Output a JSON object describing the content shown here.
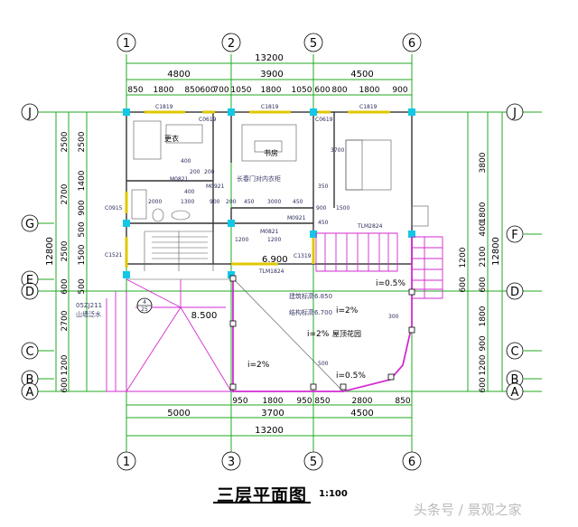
{
  "drawing": {
    "title": "三层平面图",
    "scale": "1:100",
    "watermark": "头条号 / 景观之家"
  },
  "axes_top": [
    "1",
    "2",
    "5",
    "6"
  ],
  "axes_bottom": [
    "1",
    "3",
    "5",
    "6"
  ],
  "axes_left": [
    "J",
    "G",
    "E",
    "D",
    "C",
    "B",
    "A"
  ],
  "axes_right": [
    "J",
    "F",
    "D",
    "C",
    "B",
    "A"
  ],
  "dims_top": {
    "total": "13200",
    "mid": [
      "4800",
      "3900",
      "4500"
    ],
    "segs": [
      "850",
      "1800",
      "850",
      "600",
      "700",
      "1050",
      "1800",
      "1050",
      "600",
      "800",
      "1800",
      "900"
    ]
  },
  "dims_bottom": {
    "total": "13200",
    "mid": [
      "5000",
      "3700",
      "4500"
    ],
    "segs": [
      "950",
      "1800",
      "950",
      "850",
      "2800",
      "850"
    ]
  },
  "dims_left": {
    "total": "12800",
    "outer": [
      "2500",
      "2700",
      "2500",
      "600",
      "2700",
      "1200",
      "600"
    ],
    "inner": [
      "2500",
      "1400",
      "900",
      "500",
      "1500",
      "500"
    ]
  },
  "dims_right": {
    "total": "12800",
    "outer": [
      "3800",
      "1800",
      "400",
      "2100",
      "600",
      "1800",
      "900",
      "1200",
      "600"
    ],
    "inner": [
      "1200",
      "600"
    ]
  },
  "rooms": {
    "upper_left": "更衣",
    "study": "书房",
    "closet_note": "长春门对内衣柜",
    "corridor_elev": "6.900",
    "roof_elev": "8.500",
    "terrace_elev_1": "建筑标高6.850",
    "terrace_elev_2": "结构标高6.700",
    "terrace_name": "屋顶花园",
    "mountain_wall": "山墙泛水",
    "detail_ref": "05ZJ211",
    "detail_num": "4",
    "detail_sub": "25"
  },
  "slopes": [
    "i=0.5%",
    "i=2%",
    "i=2%",
    "i=2%",
    "i=0.5%"
  ],
  "window_tags": [
    "C1819",
    "C0619",
    "C1819",
    "C0619",
    "C1819",
    "C0915",
    "M0821",
    "M0921",
    "M0921",
    "C1521",
    "M0821",
    "C1319",
    "TLM1824",
    "TLM2824"
  ],
  "inner_dims": [
    "2000",
    "1300",
    "900",
    "200",
    "450",
    "3000",
    "450",
    "400",
    "1200",
    "1200",
    "200",
    "400",
    "900",
    "1500",
    "3700",
    "350",
    "450",
    "300",
    "500",
    "200"
  ]
}
